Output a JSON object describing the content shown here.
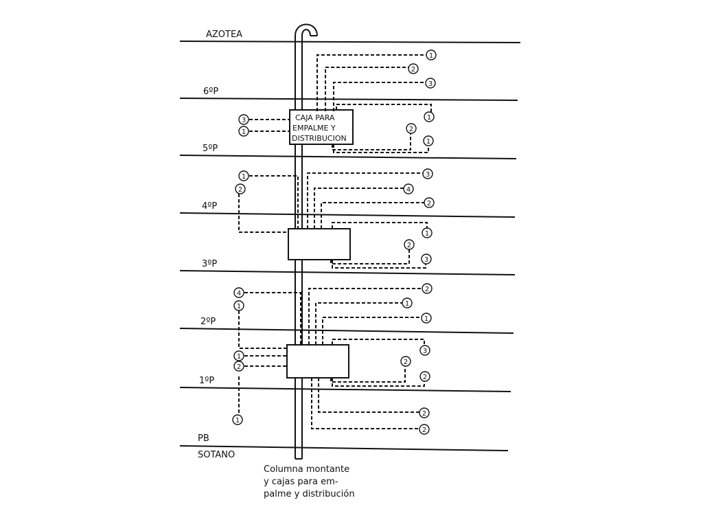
{
  "floors": [
    {
      "id": "azotea",
      "label": "AZOTEA"
    },
    {
      "id": "p6",
      "label": "6ºP"
    },
    {
      "id": "p5",
      "label": "5ºP"
    },
    {
      "id": "p4",
      "label": "4ºP"
    },
    {
      "id": "p3",
      "label": "3ºP"
    },
    {
      "id": "p2",
      "label": "2ºP"
    },
    {
      "id": "p1",
      "label": "1ºP"
    },
    {
      "id": "pb",
      "label": "PB"
    },
    {
      "id": "sotano",
      "label": "SOTANO"
    }
  ],
  "box_label_lines": [
    "CAJA PARA",
    "EMPALME Y",
    "DISTRIBUCION"
  ],
  "caption_lines": [
    "Columna montante",
    "y cajas para em-",
    "palme y distribución"
  ],
  "circle_labels": {
    "one": "1",
    "two": "2",
    "three": "3",
    "four": "4"
  }
}
